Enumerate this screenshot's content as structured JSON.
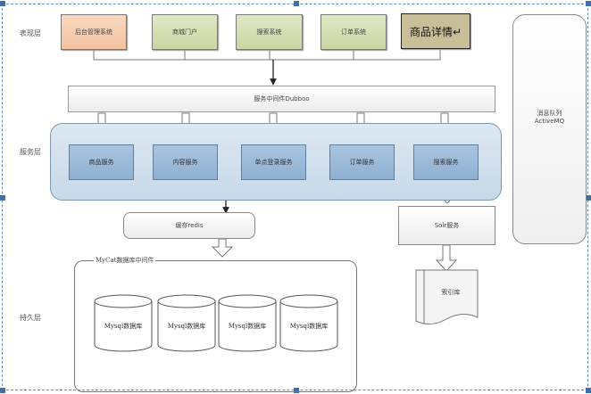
{
  "layers": {
    "presentation": "表现层",
    "service": "服务层",
    "persistence": "持久层"
  },
  "presentation_systems": [
    {
      "label": "后台管理系统",
      "color": "#f6cba8"
    },
    {
      "label": "商城门户",
      "color": "#d3ddb2"
    },
    {
      "label": "搜索系统",
      "color": "#d3ddb2"
    },
    {
      "label": "订单系统",
      "color": "#d3ddb2"
    },
    {
      "label": "商品详情↵",
      "color": "#c8bf98"
    }
  ],
  "middleware": {
    "dubbo": "服务中间件Dubboo"
  },
  "services": [
    {
      "label": "商品服务"
    },
    {
      "label": "内容服务"
    },
    {
      "label": "单点登录服务"
    },
    {
      "label": "订单服务"
    },
    {
      "label": "搜索服务"
    }
  ],
  "message_queue": {
    "line1": "消息队列",
    "line2": "ActiveMQ"
  },
  "cache": "缓存redis",
  "solr": "Solr服务",
  "index": "索引库",
  "mycat": {
    "label": "MyCat数据库中间件",
    "databases": [
      "Mysql数据库",
      "Mysql数据库",
      "Mysql数据库",
      "Mysql数据库"
    ]
  },
  "colors": {
    "service_panel": "#d3e1ee",
    "service_box": "#9dbbdb",
    "selection_frame": "#5b8fc9"
  }
}
